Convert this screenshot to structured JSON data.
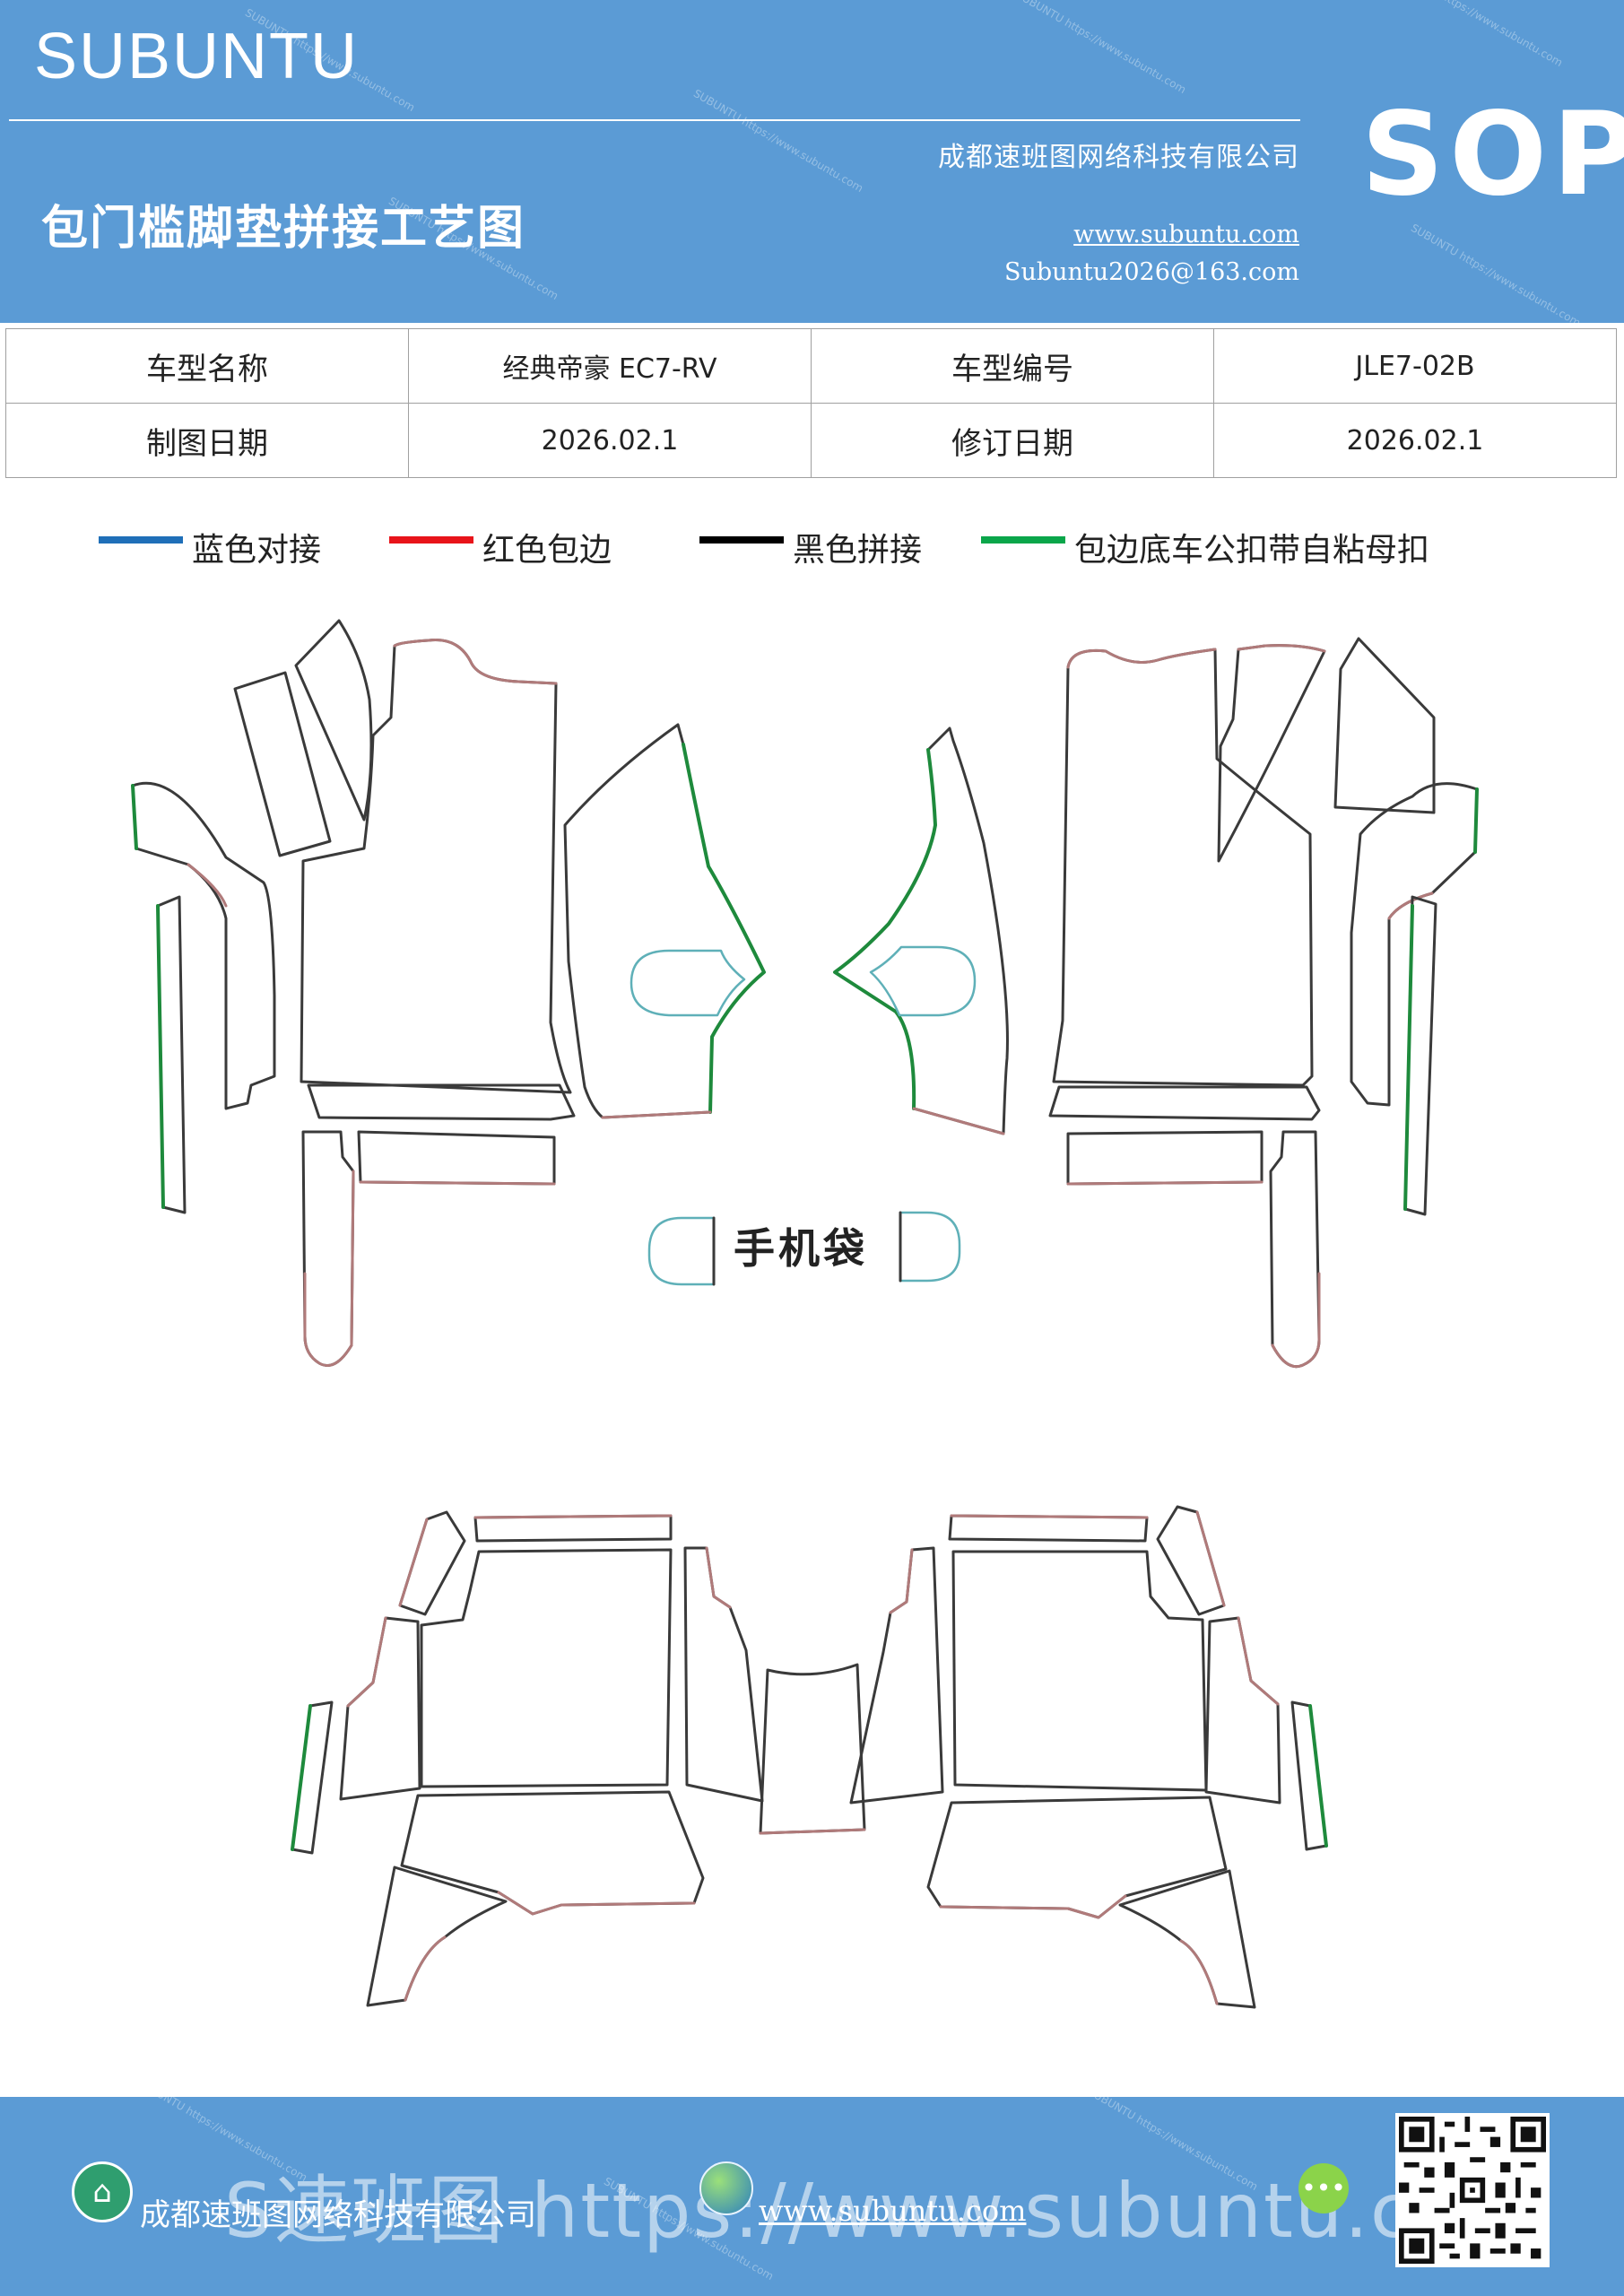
{
  "header": {
    "brand": "SUBUNTU",
    "company": "成都速班图网络科技有限公司",
    "title": "包门槛脚垫拼接工艺图",
    "website": "www.subuntu.com",
    "email": "Subuntu2026@163.com",
    "sop": "SOP",
    "bg_color": "#5b9bd5"
  },
  "info": {
    "model_name_label": "车型名称",
    "model_name": "经典帝豪 EC7-RV",
    "model_code_label": "车型编号",
    "model_code": "JLE7-02B",
    "draw_date_label": "制图日期",
    "draw_date": "2026.02.1",
    "revise_date_label": "修订日期",
    "revise_date": "2026.02.1"
  },
  "legend": [
    {
      "label": "蓝色对接",
      "color": "#1f6fb8"
    },
    {
      "label": "红色包边",
      "color": "#e8141a"
    },
    {
      "label": "黑色拼接",
      "color": "#000000"
    },
    {
      "label": "包边底车公扣带自粘母扣",
      "color": "#0aa64a"
    }
  ],
  "drawing": {
    "pocket_label": "手机袋",
    "stroke_colors": {
      "outline": "#3a3a3a",
      "edge": "#b07a7a",
      "fastener": "#1e8a3c",
      "join": "#5fb0b8"
    }
  },
  "footer": {
    "big_text": "S速班图 https://www.subuntu.com",
    "company": "成都速班图网络科技有限公司",
    "website": "www.subuntu.com"
  }
}
